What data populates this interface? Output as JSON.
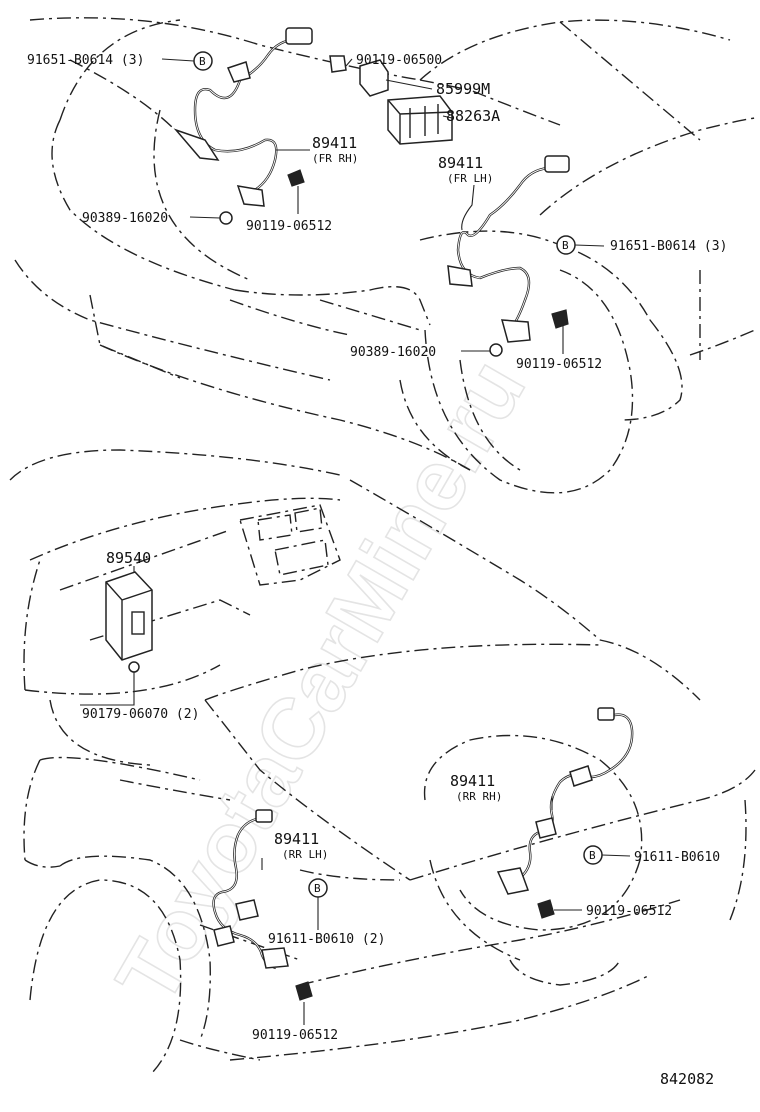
{
  "labels": {
    "clip_fr_top": "91651-B0614 (3)",
    "bolt_relay": "90119-06500",
    "bracket": "85999M",
    "actuator": "88263A",
    "sensor_fr_rh": "89411",
    "sensor_fr_rh_sub": "(FR RH)",
    "grommet_fr_rh": "90389-16020",
    "bolt_fr_rh": "90119-06512",
    "sensor_fr_lh": "89411",
    "sensor_fr_lh_sub": "(FR LH)",
    "clip_fr_lh": "91651-B0614 (3)",
    "grommet_fr_lh": "90389-16020",
    "bolt_fr_lh": "90119-06512",
    "ecu": "89540",
    "ecu_nut": "90179-06070 (2)",
    "sensor_rr_rh": "89411",
    "sensor_rr_rh_sub": "(RR RH)",
    "clip_rr_rh": "91611-B0610",
    "bolt_rr_rh": "90119-06512",
    "sensor_rr_lh": "89411",
    "sensor_rr_lh_sub": "(RR LH)",
    "clip_rr_lh": "91611-B0610 (2)",
    "bolt_rr_lh": "90119-06512",
    "clip_symbol": "B",
    "diagram_number": "842082"
  },
  "watermark": "ToyotaCarMine.ru"
}
